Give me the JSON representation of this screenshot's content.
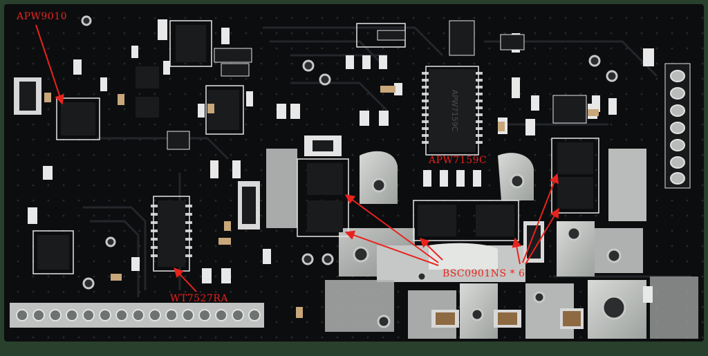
{
  "annotations": {
    "apw9010": "APW9010",
    "apw7159c": "APW7159C",
    "bsc0901ns": "BSC0901NS * 6",
    "wt7527ra": "WT7527RA"
  },
  "chip_markings": {
    "main_controller": "APW7159C"
  },
  "colors": {
    "board": "#0c0d0f",
    "silkscreen": "#e6e6e6",
    "solder_pad": "#c9cbc9",
    "annotation": "#e8231d"
  }
}
